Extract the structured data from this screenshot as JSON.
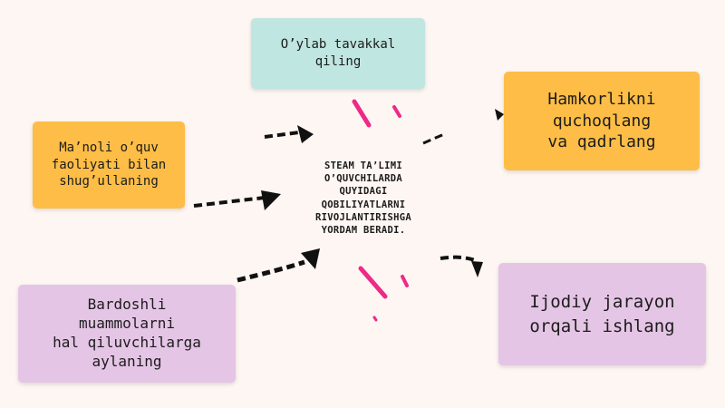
{
  "center": {
    "text": "STEAM TA’LIMI\nO’QUVCHILARDA\nQUYIDAGI\nQOBILIYATLARNI\nRIVOJLANTIRISHGA\nYORDAM BERADI."
  },
  "nodes": {
    "top": {
      "text": "O’ylab tavakkal\nqiling",
      "color": "#bfe6e0"
    },
    "left": {
      "text": "Ma’noli o’quv\nfaoliyati bilan\nshug’ullaning",
      "color": "#fdbd46"
    },
    "right": {
      "text": "Hamkorlikni\nquchoqlang\nva qadrlang",
      "color": "#fdbd46"
    },
    "bottom_left": {
      "text": "Bardoshli\nmuammolarni\nhal qiluvchilarga\naylaning",
      "color": "#e5c5e5"
    },
    "bottom_right": {
      "text": "Ijodiy jarayon\norqali ishlang",
      "color": "#e5c5e5"
    }
  },
  "colors": {
    "arrow": "#111111",
    "accent": "#ee2a86"
  }
}
